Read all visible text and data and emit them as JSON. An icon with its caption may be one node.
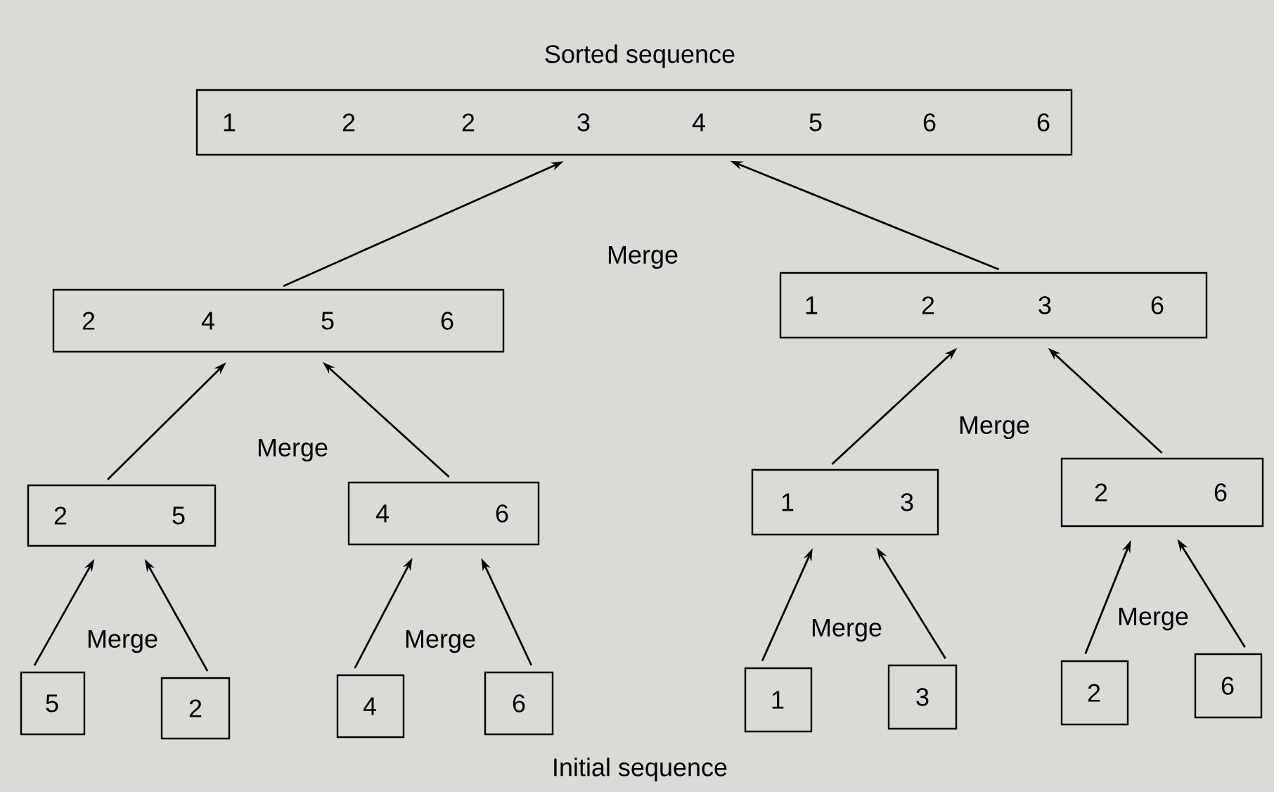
{
  "diagram": {
    "nodes": [
      {
        "text": [
          "1",
          "2",
          "2",
          "3",
          "4",
          "5",
          "6",
          "6"
        ]
      },
      {
        "text": [
          "2",
          "4",
          "5",
          "6"
        ]
      },
      {
        "text": [
          "1",
          "2",
          "3",
          "6"
        ]
      },
      {
        "text": [
          "2",
          "5"
        ]
      },
      {
        "text": [
          "4",
          "6"
        ]
      },
      {
        "text": [
          "1",
          "3"
        ]
      },
      {
        "text": [
          "2",
          "6"
        ]
      },
      {
        "text": [
          "5"
        ]
      },
      {
        "text": [
          "2"
        ]
      },
      {
        "text": [
          "4"
        ]
      },
      {
        "text": [
          "6"
        ]
      },
      {
        "text": [
          "1"
        ]
      },
      {
        "text": [
          "3"
        ]
      },
      {
        "text": [
          "2"
        ]
      },
      {
        "text": [
          "6"
        ]
      }
    ],
    "edges": [
      {
        "from": 1,
        "to": 0,
        "arrow": "to"
      },
      {
        "from": 2,
        "to": 0,
        "arrow": "to"
      },
      {
        "from": 3,
        "to": 1,
        "arrow": "to"
      },
      {
        "from": 4,
        "to": 1,
        "arrow": "to"
      },
      {
        "from": 5,
        "to": 2,
        "arrow": "to"
      },
      {
        "from": 6,
        "to": 2,
        "arrow": "to"
      },
      {
        "from": 7,
        "to": 3,
        "arrow": "to"
      },
      {
        "from": 8,
        "to": 3,
        "arrow": "to"
      },
      {
        "from": 9,
        "to": 4,
        "arrow": "to"
      },
      {
        "from": 10,
        "to": 4,
        "arrow": "to"
      },
      {
        "from": 11,
        "to": 5,
        "arrow": "to"
      },
      {
        "from": 12,
        "to": 5,
        "arrow": "to"
      },
      {
        "from": 13,
        "to": 6,
        "arrow": "to"
      },
      {
        "from": 14,
        "to": 6,
        "arrow": "to"
      }
    ],
    "labels": [
      "Sorted sequence",
      "Merge",
      "Merge",
      "Merge",
      "Merge",
      "Merge",
      "Merge",
      "Merge",
      "Initial sequence"
    ]
  }
}
